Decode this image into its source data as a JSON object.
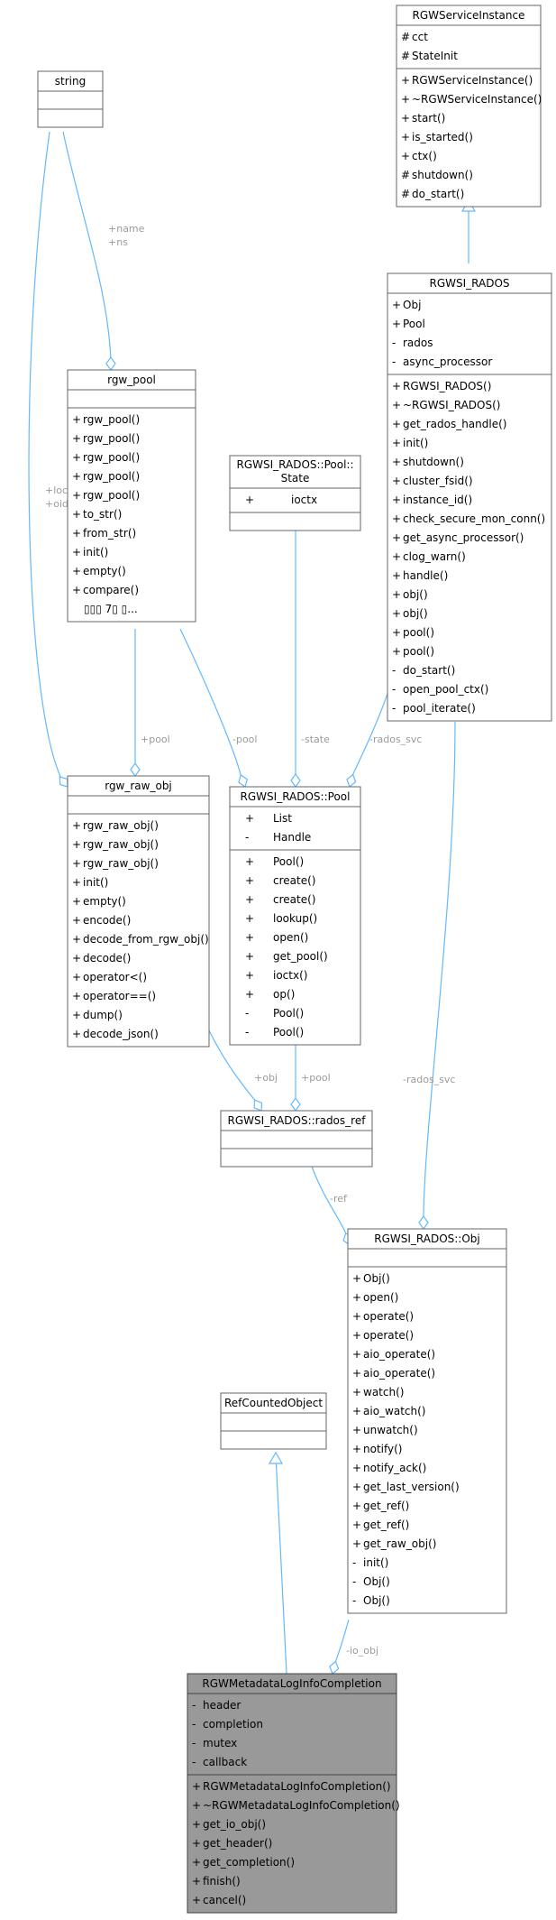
{
  "classes": [
    {
      "id": "string",
      "title": [
        "string"
      ],
      "attributes": [],
      "methods": []
    },
    {
      "id": "rgw_pool",
      "title": [
        "rgw_pool"
      ],
      "attributes": [],
      "methods": [
        {
          "vis": "+",
          "name": "rgw_pool()"
        },
        {
          "vis": "+",
          "name": "rgw_pool()"
        },
        {
          "vis": "+",
          "name": "rgw_pool()"
        },
        {
          "vis": "+",
          "name": "rgw_pool()"
        },
        {
          "vis": "+",
          "name": "rgw_pool()"
        },
        {
          "vis": "+",
          "name": "to_str()"
        },
        {
          "vis": "+",
          "name": "from_str()"
        },
        {
          "vis": "+",
          "name": "init()"
        },
        {
          "vis": "+",
          "name": "empty()"
        },
        {
          "vis": "+",
          "name": "compare()"
        },
        {
          "vis": "",
          "name": "▯▯▯ 7▯ ▯..."
        }
      ]
    },
    {
      "id": "rgw_raw_obj",
      "title": [
        "rgw_raw_obj"
      ],
      "attributes": [],
      "methods": [
        {
          "vis": "+",
          "name": "rgw_raw_obj()"
        },
        {
          "vis": "+",
          "name": "rgw_raw_obj()"
        },
        {
          "vis": "+",
          "name": "rgw_raw_obj()"
        },
        {
          "vis": "+",
          "name": "init()"
        },
        {
          "vis": "+",
          "name": "empty()"
        },
        {
          "vis": "+",
          "name": "encode()"
        },
        {
          "vis": "+",
          "name": "decode_from_rgw_obj()"
        },
        {
          "vis": "+",
          "name": "decode()"
        },
        {
          "vis": "+",
          "name": "operator<()"
        },
        {
          "vis": "+",
          "name": "operator==()"
        },
        {
          "vis": "+",
          "name": "dump()"
        },
        {
          "vis": "+",
          "name": "decode_json()"
        }
      ]
    },
    {
      "id": "pool_state",
      "title": [
        "RGWSI_RADOS::Pool::",
        "State"
      ],
      "attributes": [
        {
          "vis": "+",
          "name": "ioctx"
        }
      ],
      "methods": []
    },
    {
      "id": "rados_pool",
      "title": [
        "RGWSI_RADOS::Pool"
      ],
      "attributes": [
        {
          "vis": "+",
          "name": "List"
        },
        {
          "vis": "-",
          "name": "Handle"
        }
      ],
      "methods": [
        {
          "vis": "+",
          "name": "Pool()"
        },
        {
          "vis": "+",
          "name": "create()"
        },
        {
          "vis": "+",
          "name": "create()"
        },
        {
          "vis": "+",
          "name": "lookup()"
        },
        {
          "vis": "+",
          "name": "open()"
        },
        {
          "vis": "+",
          "name": "get_pool()"
        },
        {
          "vis": "+",
          "name": "ioctx()"
        },
        {
          "vis": "+",
          "name": "op()"
        },
        {
          "vis": "-",
          "name": "Pool()"
        },
        {
          "vis": "-",
          "name": "Pool()"
        }
      ]
    },
    {
      "id": "svc_instance",
      "title": [
        "RGWServiceInstance"
      ],
      "attributes": [
        {
          "vis": "#",
          "name": "cct"
        },
        {
          "vis": "#",
          "name": "StateInit"
        }
      ],
      "methods": [
        {
          "vis": "+",
          "name": "RGWServiceInstance()"
        },
        {
          "vis": "+",
          "name": "~RGWServiceInstance()"
        },
        {
          "vis": "+",
          "name": "start()"
        },
        {
          "vis": "+",
          "name": "is_started()"
        },
        {
          "vis": "+",
          "name": "ctx()"
        },
        {
          "vis": "#",
          "name": "shutdown()"
        },
        {
          "vis": "#",
          "name": "do_start()"
        }
      ]
    },
    {
      "id": "rgwsi_rados",
      "title": [
        "RGWSI_RADOS"
      ],
      "attributes": [
        {
          "vis": "+",
          "name": "Obj"
        },
        {
          "vis": "+",
          "name": "Pool"
        },
        {
          "vis": "-",
          "name": "rados"
        },
        {
          "vis": "-",
          "name": "async_processor"
        }
      ],
      "methods": [
        {
          "vis": "+",
          "name": "RGWSI_RADOS()"
        },
        {
          "vis": "+",
          "name": "~RGWSI_RADOS()"
        },
        {
          "vis": "+",
          "name": "get_rados_handle()"
        },
        {
          "vis": "+",
          "name": "init()"
        },
        {
          "vis": "+",
          "name": "shutdown()"
        },
        {
          "vis": "+",
          "name": "cluster_fsid()"
        },
        {
          "vis": "+",
          "name": "instance_id()"
        },
        {
          "vis": "+",
          "name": "check_secure_mon_conn()"
        },
        {
          "vis": "+",
          "name": "get_async_processor()"
        },
        {
          "vis": "+",
          "name": "clog_warn()"
        },
        {
          "vis": "+",
          "name": "handle()"
        },
        {
          "vis": "+",
          "name": "obj()"
        },
        {
          "vis": "+",
          "name": "obj()"
        },
        {
          "vis": "+",
          "name": "pool()"
        },
        {
          "vis": "+",
          "name": "pool()"
        },
        {
          "vis": "-",
          "name": "do_start()"
        },
        {
          "vis": "-",
          "name": "open_pool_ctx()"
        },
        {
          "vis": "-",
          "name": "pool_iterate()"
        }
      ]
    },
    {
      "id": "rados_ref",
      "title": [
        "RGWSI_RADOS::rados_ref"
      ],
      "attributes": [],
      "methods": []
    },
    {
      "id": "rados_obj",
      "title": [
        "RGWSI_RADOS::Obj"
      ],
      "attributes": [],
      "methods": [
        {
          "vis": "+",
          "name": "Obj()"
        },
        {
          "vis": "+",
          "name": "open()"
        },
        {
          "vis": "+",
          "name": "operate()"
        },
        {
          "vis": "+",
          "name": "operate()"
        },
        {
          "vis": "+",
          "name": "aio_operate()"
        },
        {
          "vis": "+",
          "name": "aio_operate()"
        },
        {
          "vis": "+",
          "name": "watch()"
        },
        {
          "vis": "+",
          "name": "aio_watch()"
        },
        {
          "vis": "+",
          "name": "unwatch()"
        },
        {
          "vis": "+",
          "name": "notify()"
        },
        {
          "vis": "+",
          "name": "notify_ack()"
        },
        {
          "vis": "+",
          "name": "get_last_version()"
        },
        {
          "vis": "+",
          "name": "get_ref()"
        },
        {
          "vis": "+",
          "name": "get_ref()"
        },
        {
          "vis": "+",
          "name": "get_raw_obj()"
        },
        {
          "vis": "-",
          "name": "init()"
        },
        {
          "vis": "-",
          "name": "Obj()"
        },
        {
          "vis": "-",
          "name": "Obj()"
        }
      ]
    },
    {
      "id": "ref_counted",
      "title": [
        "RefCountedObject"
      ],
      "attributes": [],
      "methods": []
    },
    {
      "id": "completion",
      "title": [
        "RGWMetadataLogInfoCompletion"
      ],
      "attributes": [
        {
          "vis": "-",
          "name": "header"
        },
        {
          "vis": "-",
          "name": "completion"
        },
        {
          "vis": "-",
          "name": "mutex"
        },
        {
          "vis": "-",
          "name": "callback"
        }
      ],
      "methods": [
        {
          "vis": "+",
          "name": "RGWMetadataLogInfoCompletion()"
        },
        {
          "vis": "+",
          "name": "~RGWMetadataLogInfoCompletion()"
        },
        {
          "vis": "+",
          "name": "get_io_obj()"
        },
        {
          "vis": "+",
          "name": "get_header()"
        },
        {
          "vis": "+",
          "name": "get_completion()"
        },
        {
          "vis": "+",
          "name": "finish()"
        },
        {
          "vis": "+",
          "name": "cancel()"
        }
      ]
    }
  ],
  "relations": [
    {
      "id": "string-to-rgw-pool",
      "type": "composition",
      "labels": [
        "+name",
        "+ns"
      ]
    },
    {
      "id": "string-to-rgw-raw-obj",
      "type": "composition",
      "labels": [
        "+loc",
        "+oid"
      ]
    },
    {
      "id": "rgw-pool-to-rgw-raw-obj",
      "type": "composition",
      "labels": [
        "+pool"
      ]
    },
    {
      "id": "rgw-pool-to-rados-pool",
      "type": "composition",
      "labels": [
        "-pool"
      ]
    },
    {
      "id": "pool-state-to-rados-pool",
      "type": "composition",
      "labels": [
        "-state"
      ]
    },
    {
      "id": "rgwsi-rados-to-rados-pool",
      "type": "composition",
      "labels": [
        "-rados_svc"
      ]
    },
    {
      "id": "svc-instance-to-rgwsi-rados",
      "type": "inheritance",
      "labels": []
    },
    {
      "id": "rgw-raw-obj-to-rados-ref",
      "type": "composition",
      "labels": [
        "+obj"
      ]
    },
    {
      "id": "rados-pool-to-rados-ref",
      "type": "composition",
      "labels": [
        "+pool"
      ]
    },
    {
      "id": "rgwsi-rados-to-rados-obj",
      "type": "composition",
      "labels": [
        "-rados_svc"
      ]
    },
    {
      "id": "rados-ref-to-rados-obj",
      "type": "composition",
      "labels": [
        "-ref"
      ]
    },
    {
      "id": "ref-counted-to-completion",
      "type": "inheritance",
      "labels": []
    },
    {
      "id": "rados-obj-to-completion",
      "type": "composition",
      "labels": [
        "-io_obj"
      ]
    }
  ],
  "colors": {
    "box_fill": "#ffffff",
    "box_border": "#666666",
    "focus_fill": "#999999",
    "focus_border": "#444444",
    "edge": "#63b8ff",
    "edge_label": "#9a9a9a",
    "text": "#000000"
  }
}
